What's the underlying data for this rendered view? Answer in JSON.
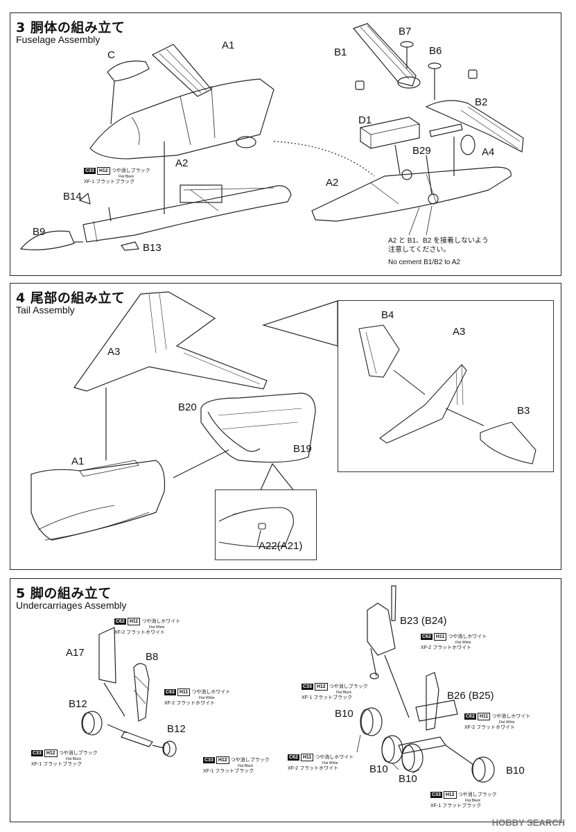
{
  "steps": {
    "fuselage": {
      "title": "3 胴体の組み立て",
      "subtitle": "Fuselage Assembly",
      "labels": {
        "c": "C",
        "a1": "A1",
        "a2_left": "A2",
        "b14": "B14",
        "b9": "B9",
        "b13": "B13",
        "b1": "B1",
        "b7": "B7",
        "b6": "B6",
        "b2": "B2",
        "d1": "D1",
        "b29": "B29",
        "a4": "A4",
        "a2_right": "A2"
      },
      "paint": {
        "code_c": "C33",
        "code_h": "H12",
        "name_jp": "つや消しブラック",
        "name_en": "Flat Black",
        "xf": "XF-1 フラットブラック"
      },
      "note_jp": "A2 と B1、B2 を接着しないよう",
      "note_jp2": "注意してください。",
      "note_en": "No cement B1/B2 to A2"
    },
    "tail": {
      "title": "4 尾部の組み立て",
      "subtitle": "Tail Assembly",
      "labels": {
        "a3": "A3",
        "b20": "B20",
        "a1": "A1",
        "b19": "B19",
        "a22": "A22(A21)",
        "b4": "B4",
        "a3_inset": "A3",
        "b3": "B3"
      }
    },
    "undercarriage": {
      "title": "5 脚の組み立て",
      "subtitle": "Undercarriages Assembly",
      "labels": {
        "a17": "A17",
        "b8": "B8",
        "b12_a": "B12",
        "b12_b": "B12",
        "b23": "B23 (B24)",
        "b26": "B26 (B25)",
        "b10_a": "B10",
        "b10_b": "B10",
        "b10_c": "B10",
        "b10_d": "B10"
      },
      "paint_white": {
        "code_c": "C62",
        "code_h": "H11",
        "name_jp": "つや消しホワイト",
        "name_en": "Flat White",
        "xf": "XF-2 フラットホワイト"
      },
      "paint_black": {
        "code_c": "C33",
        "code_h": "H12",
        "name_jp": "つや消しブラック",
        "name_en": "Flat Black",
        "xf": "XF-1 フラットブラック"
      }
    }
  },
  "watermark": "HOBBY SEARCH"
}
